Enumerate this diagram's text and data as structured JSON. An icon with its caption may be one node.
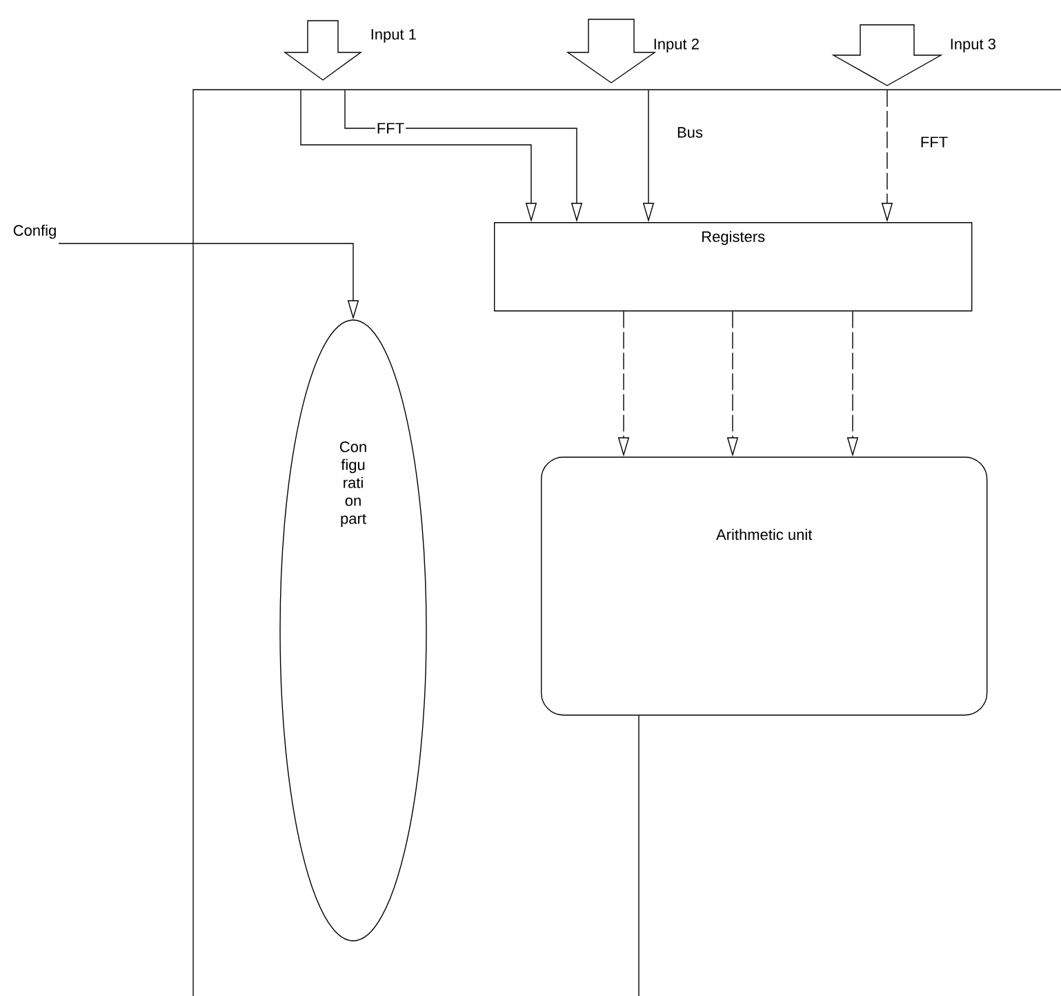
{
  "diagram": {
    "nodes": [
      {
        "text": [
          "Input 1"
        ]
      },
      {
        "text": [
          "Input 2"
        ]
      },
      {
        "text": [
          "Input 3"
        ]
      },
      {
        "text": [
          "Config"
        ]
      },
      {
        "text": [
          "Registers"
        ]
      },
      {
        "text": [
          "Con figu rati on part"
        ]
      },
      {
        "text": [
          "Arithmetic unit"
        ]
      }
    ],
    "edges": [
      {
        "from": 0,
        "to": 4,
        "arrow": "to"
      },
      {
        "from": 0,
        "to": 4,
        "arrow": "to",
        "label": "FFT"
      },
      {
        "from": 1,
        "to": 4,
        "arrow": "to",
        "label": "Bus"
      },
      {
        "from": 2,
        "to": 4,
        "arrow": "to",
        "label": "FFT",
        "style": "dashed"
      },
      {
        "from": 3,
        "to": 5,
        "arrow": "to"
      },
      {
        "from": 4,
        "to": 6,
        "arrow": "to",
        "style": "dashed"
      },
      {
        "from": 4,
        "to": 6,
        "arrow": "to",
        "style": "dashed"
      },
      {
        "from": 4,
        "to": 6,
        "arrow": "to",
        "style": "dashed"
      },
      {
        "from": 6,
        "to": null,
        "arrow": "none"
      }
    ]
  }
}
